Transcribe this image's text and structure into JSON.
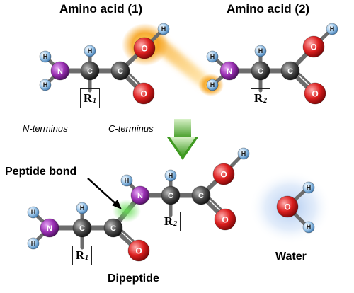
{
  "titles": {
    "amino_acid_1": "Amino acid (1)",
    "amino_acid_2": "Amino acid (2)"
  },
  "labels": {
    "n_terminus": "N-terminus",
    "c_terminus": "C-terminus",
    "peptide_bond": "Peptide bond",
    "dipeptide": "Dipeptide",
    "water": "Water"
  },
  "atoms": {
    "N": "N",
    "C": "C",
    "O": "O",
    "H": "H"
  },
  "r_groups": {
    "r1": "R",
    "r1_sub": "1",
    "r2": "R",
    "r2_sub": "2"
  },
  "colors": {
    "nitrogen": "#8e2aa6",
    "carbon": "#3a3a3a",
    "oxygen": "#d81818",
    "hydrogen": "#7fb3de",
    "r1_fill": "#e8f6f2",
    "r2_fill": "#f7c9a5",
    "arrow": "#4aa52a",
    "peptide_glow": "#66dd55",
    "water_glow": "#a9c6ef",
    "reaction_glow": "#f6a21c"
  }
}
